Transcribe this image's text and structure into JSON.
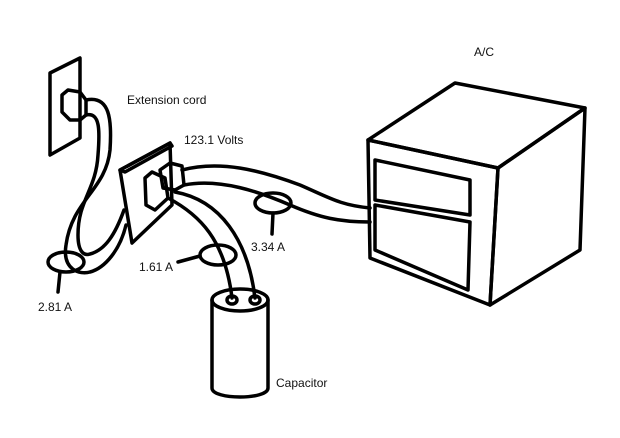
{
  "labels": {
    "ac": "A/C",
    "extension_cord": "Extension cord",
    "voltage": "123.1 Volts",
    "current_ac": "3.34 A",
    "current_capacitor": "1.61 A",
    "current_cord": "2.81 A",
    "capacitor": "Capacitor"
  },
  "colors": {
    "ink": "#000000",
    "background": "#ffffff"
  }
}
